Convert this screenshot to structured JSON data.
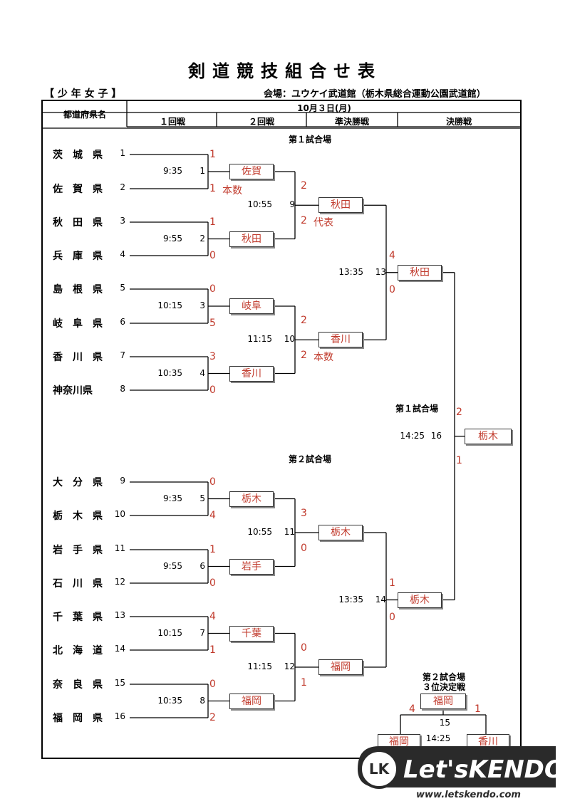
{
  "title": "剣道競技組合せ表",
  "category": "【 少 年 女 子 】",
  "venue": "会場：ユウケイ武道館（栃木県総合運動公園武道館）",
  "header": {
    "pref_col": "都道府県名",
    "date": "10月３日(月)",
    "rounds": [
      "１回戦",
      "２回戦",
      "準決勝戦",
      "決勝戦"
    ]
  },
  "courts": {
    "court1": "第１試合場",
    "court2": "第２試合場",
    "final_court": "第１試合場",
    "third_court": "第２試合場",
    "third_label": "３位決定戦"
  },
  "entrants": [
    {
      "seed": "1",
      "name": "茨　城　県"
    },
    {
      "seed": "2",
      "name": "佐　賀　県"
    },
    {
      "seed": "3",
      "name": "秋　田　県"
    },
    {
      "seed": "4",
      "name": "兵　庫　県"
    },
    {
      "seed": "5",
      "name": "島　根　県"
    },
    {
      "seed": "6",
      "name": "岐　阜　県"
    },
    {
      "seed": "7",
      "name": "香　川　県"
    },
    {
      "seed": "8",
      "name": "神奈川県"
    },
    {
      "seed": "9",
      "name": "大　分　県"
    },
    {
      "seed": "10",
      "name": "栃　木　県"
    },
    {
      "seed": "11",
      "name": "岩　手　県"
    },
    {
      "seed": "12",
      "name": "石　川　県"
    },
    {
      "seed": "13",
      "name": "千　葉　県"
    },
    {
      "seed": "14",
      "name": "北　海　道"
    },
    {
      "seed": "15",
      "name": "奈　良　県"
    },
    {
      "seed": "16",
      "name": "福　岡　県"
    }
  ],
  "round1": [
    {
      "time": "9:35",
      "match": "1",
      "winner": "佐賀",
      "scores": [
        "1",
        "1"
      ],
      "note": "本数"
    },
    {
      "time": "9:55",
      "match": "2",
      "winner": "秋田",
      "scores": [
        "1",
        "0"
      ],
      "note": ""
    },
    {
      "time": "10:15",
      "match": "3",
      "winner": "岐阜",
      "scores": [
        "0",
        "5"
      ],
      "note": ""
    },
    {
      "time": "10:35",
      "match": "4",
      "winner": "香川",
      "scores": [
        "3",
        "0"
      ],
      "note": ""
    },
    {
      "time": "9:35",
      "match": "5",
      "winner": "栃木",
      "scores": [
        "0",
        "4"
      ],
      "note": ""
    },
    {
      "time": "9:55",
      "match": "6",
      "winner": "岩手",
      "scores": [
        "1",
        "0"
      ],
      "note": ""
    },
    {
      "time": "10:15",
      "match": "7",
      "winner": "千葉",
      "scores": [
        "4",
        "1"
      ],
      "note": ""
    },
    {
      "time": "10:35",
      "match": "8",
      "winner": "福岡",
      "scores": [
        "0",
        "2"
      ],
      "note": ""
    }
  ],
  "round2": [
    {
      "time": "10:55",
      "match": "9",
      "winner": "秋田",
      "scores": [
        "2",
        "2"
      ],
      "note": "代表"
    },
    {
      "time": "11:15",
      "match": "10",
      "winner": "香川",
      "scores": [
        "2",
        "2"
      ],
      "note": "本数"
    },
    {
      "time": "10:55",
      "match": "11",
      "winner": "栃木",
      "scores": [
        "3",
        "0"
      ],
      "note": ""
    },
    {
      "time": "11:15",
      "match": "12",
      "winner": "福岡",
      "scores": [
        "0",
        "1"
      ],
      "note": ""
    }
  ],
  "semis": [
    {
      "time": "13:35",
      "match": "13",
      "winner": "秋田",
      "scores": [
        "4",
        "0"
      ]
    },
    {
      "time": "13:35",
      "match": "14",
      "winner": "栃木",
      "scores": [
        "1",
        "0"
      ]
    }
  ],
  "final": {
    "time": "14:25",
    "match": "16",
    "winner": "栃木",
    "scores": [
      "2",
      "1"
    ]
  },
  "third": {
    "time": "14:25",
    "match": "15",
    "winner": "福岡",
    "scores": [
      "4",
      "1"
    ],
    "left": "福岡",
    "right": "香川"
  },
  "logo": {
    "mark": "LK",
    "text": "Let'sKENDO!",
    "url": "www.letskendo.com"
  }
}
